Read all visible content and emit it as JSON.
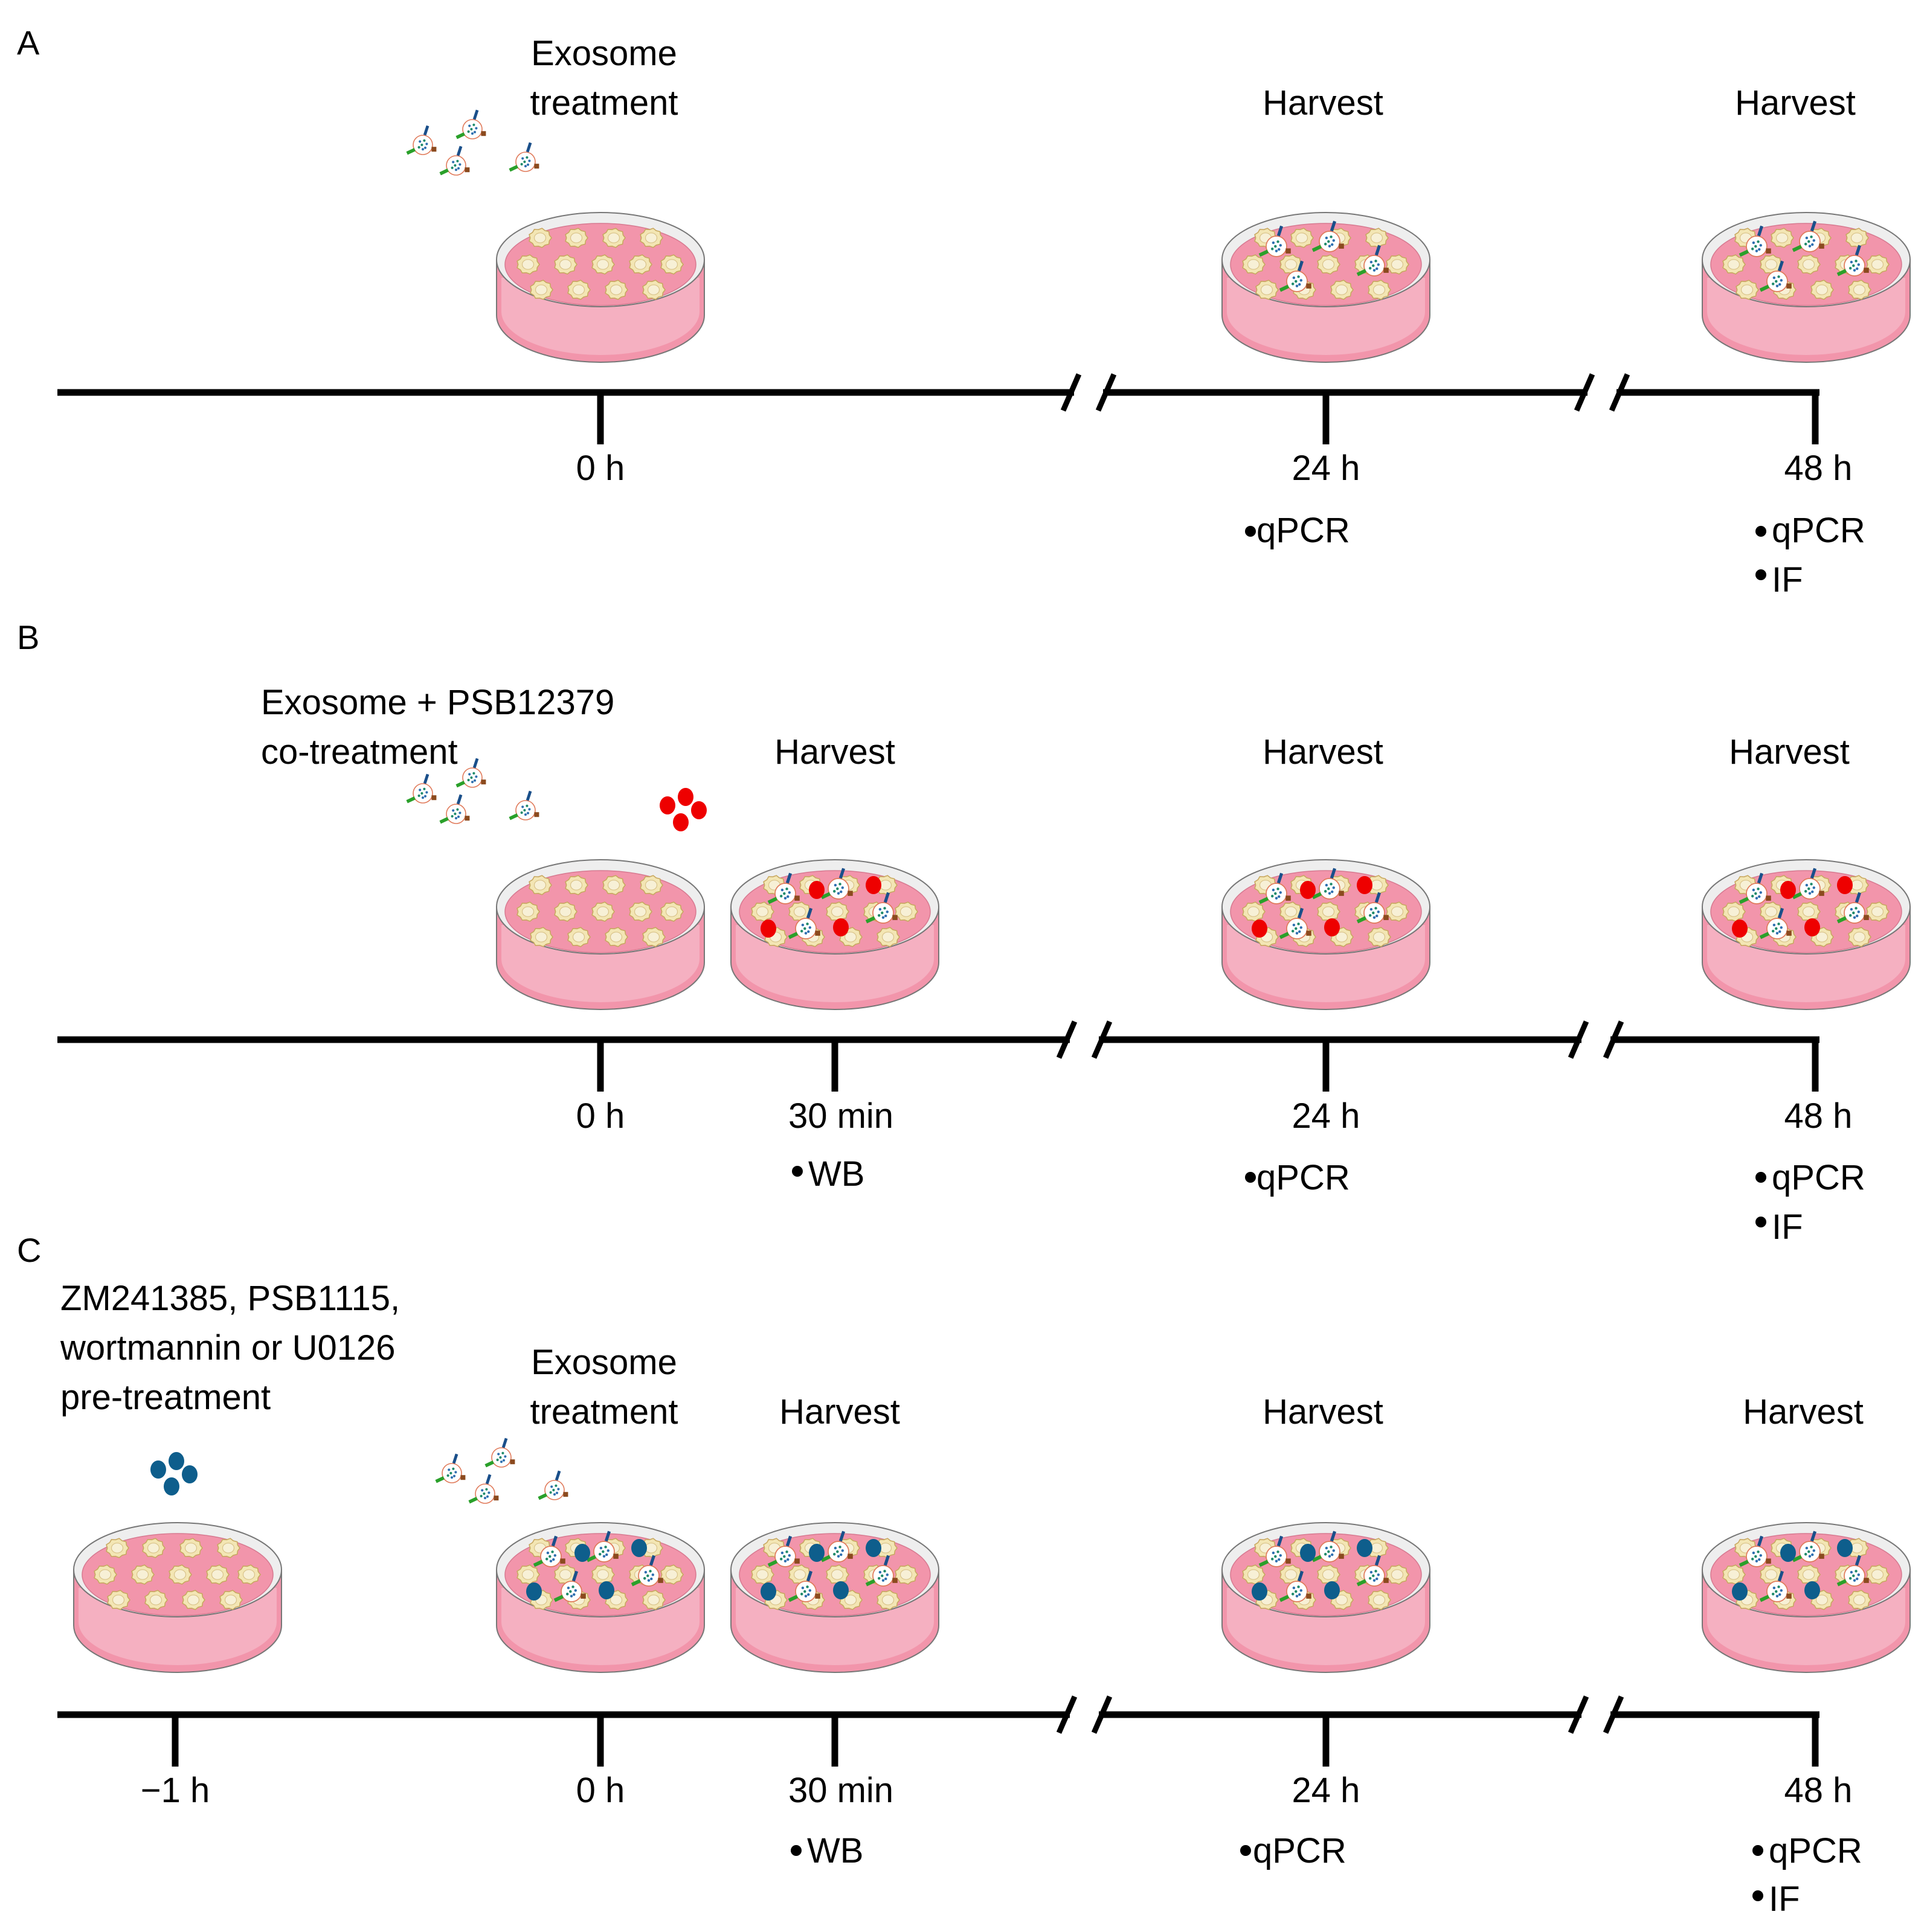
{
  "colors": {
    "line": "#000000",
    "medium": "#f295ab",
    "medium_light": "#f6bccb",
    "dish_rim": "#eeeeee",
    "cell_outer": "#f3e6b4",
    "cell_inner": "#f7f0d6",
    "cell_edge": "#c8a860",
    "agonist_red": "#ee0000",
    "antagonist_blue": "#0e5e8c",
    "exosome_green": "#2aa02a",
    "exosome_brown": "#8b4a1e",
    "exosome_navy": "#1a4f8a",
    "exosome_ring": "#e07a5a"
  },
  "icons": [
    "petri-dish-icon",
    "cell-icon",
    "exosome-icon",
    "psb12379-drop-icon",
    "inhibitor-drop-icon",
    "axis-break-icon"
  ],
  "panels": [
    {
      "letter": "A",
      "labels": {
        "top_0": [
          "Exosome",
          "treatment"
        ],
        "top_24": [
          "Harvest"
        ],
        "top_48": [
          "Harvest"
        ]
      },
      "ticks": {
        "t0": "0 h",
        "t24": "24 h",
        "t48": "48 h"
      },
      "assays": {
        "t24": [
          "qPCR"
        ],
        "t48": [
          "qPCR",
          "IF"
        ]
      }
    },
    {
      "letter": "B",
      "labels": {
        "top_0": [
          "Exosome + PSB12379",
          "co-treatment"
        ],
        "top_30": [
          "Harvest"
        ],
        "top_24": [
          "Harvest"
        ],
        "top_48": [
          "Harvest"
        ]
      },
      "ticks": {
        "t0": "0 h",
        "t30": "30 min",
        "t24": "24 h",
        "t48": "48 h"
      },
      "assays": {
        "t30": [
          "WB"
        ],
        "t24": [
          "qPCR"
        ],
        "t48": [
          "qPCR",
          "IF"
        ]
      }
    },
    {
      "letter": "C",
      "labels": {
        "top_pre": [
          "ZM241385, PSB1115,",
          "wortmannin or U0126",
          "pre-treatment"
        ],
        "top_0": [
          "Exosome",
          "treatment"
        ],
        "top_30": [
          "Harvest"
        ],
        "top_24": [
          "Harvest"
        ],
        "top_48": [
          "Harvest"
        ]
      },
      "ticks": {
        "tm1": "−1 h",
        "t0": "0 h",
        "t30": "30 min",
        "t24": "24 h",
        "t48": "48 h"
      },
      "assays": {
        "t30": [
          "WB"
        ],
        "t24": [
          "qPCR"
        ],
        "t48": [
          "qPCR",
          "IF"
        ]
      }
    }
  ]
}
